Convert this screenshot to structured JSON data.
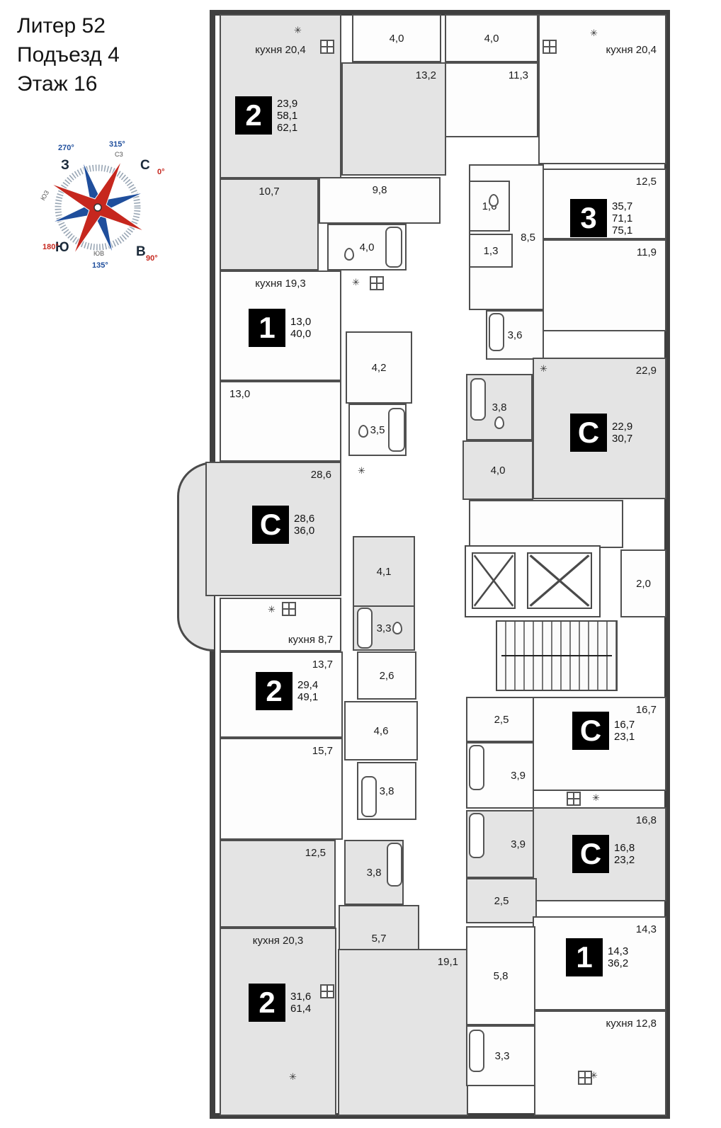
{
  "header": {
    "lines": [
      "Литер 52",
      "Подъезд 4",
      "Этаж 16"
    ]
  },
  "compass": {
    "n": "С",
    "e": "В",
    "s": "Ю",
    "w": "З",
    "d0": "0°",
    "d90": "90°",
    "d135": "135°",
    "d180": "180°",
    "d270": "270°",
    "d315": "315°",
    "nw": "СЗ",
    "se": "ЮВ",
    "sw": "ЮЗ"
  },
  "icons": {
    "vent": "✳"
  },
  "colors": {
    "wall": "#3f3f3f",
    "room_gray": "#e4e4e4",
    "accent_red": "#c6271e",
    "accent_blue": "#1f4e9c"
  },
  "apartments": {
    "a1": {
      "type": "2",
      "areas": [
        "23,9",
        "58,1",
        "62,1"
      ],
      "kitchen": "кухня 20,4",
      "balcony": "4,0",
      "room1": "13,2",
      "room2": "10,7",
      "hall": "9,8",
      "bath": "4,0"
    },
    "a2": {
      "type": "3",
      "areas": [
        "35,7",
        "71,1",
        "75,1"
      ],
      "kitchen": "кухня 20,4",
      "balcony": "4,0",
      "room1": "11,3",
      "room2": "12,5",
      "room3": "11,9",
      "wc1": "1,6",
      "hall": "8,5",
      "wc2": "1,3",
      "bath": "3,6"
    },
    "a3": {
      "type": "С",
      "areas": [
        "22,9",
        "30,7"
      ],
      "room": "22,9",
      "bath": "3,8",
      "hall": "4,0"
    },
    "a4": {
      "type": "1",
      "areas": [
        "13,0",
        "40,0"
      ],
      "kitchen": "кухня 19,3",
      "room": "13,0",
      "hall": "4,2",
      "bath": "3,5"
    },
    "a5": {
      "type": "С",
      "areas": [
        "28,6",
        "36,0"
      ],
      "room": "28,6",
      "hall": "4,1",
      "bath": "3,3"
    },
    "a6": {
      "type": "2",
      "areas": [
        "29,4",
        "49,1"
      ],
      "kitchen": "кухня 8,7",
      "room1": "13,7",
      "hall1": "2,6",
      "hall2": "4,6",
      "room2": "15,7",
      "bath": "3,8"
    },
    "a7": {
      "type": "2",
      "areas": [
        "31,6",
        "61,4"
      ],
      "kitchen": "кухня 20,3",
      "room1": "12,5",
      "bath": "3,8",
      "hall": "5,7",
      "room2": "19,1"
    },
    "a8": {
      "type": "С",
      "areas": [
        "16,7",
        "23,1"
      ],
      "room": "16,7",
      "hall": "2,5",
      "bath": "3,9"
    },
    "a9": {
      "type": "С",
      "areas": [
        "16,8",
        "23,2"
      ],
      "room": "16,8",
      "hall": "2,5",
      "bath": "3,9"
    },
    "a10": {
      "type": "1",
      "areas": [
        "14,3",
        "36,2"
      ],
      "kitchen": "кухня 12,8",
      "room": "14,3",
      "hall": "5,8",
      "bath": "3,3"
    }
  },
  "common": {
    "balcony": "2,0"
  }
}
